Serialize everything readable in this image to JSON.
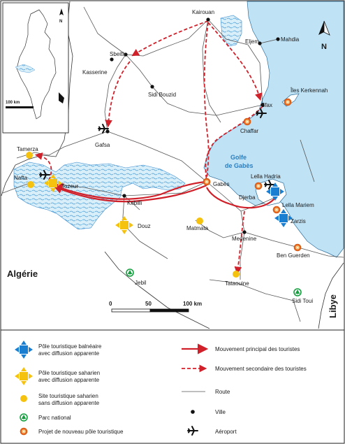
{
  "colors": {
    "sea": "#bfe2f5",
    "salt_lake": "#d8eef9",
    "salt_lake_hatch": "#4a9ed6",
    "main_flow": "#d0202a",
    "secondary_flow": "#d0202a",
    "coastal_pole": "#1b7fd1",
    "saharan_pole": "#f5c20f",
    "saharan_site": "#f5c20f",
    "national_park": "#17a040",
    "new_pole": "#e8661a",
    "road": "#555555"
  },
  "inset": {
    "scale_label": "100 km",
    "north_label": "N"
  },
  "north_arrow_label": "N",
  "scale_bar": {
    "ticks": [
      "0",
      "50",
      "100 km"
    ]
  },
  "countries": {
    "algeria": "Algérie",
    "libya": "Libye"
  },
  "sea_labels": {
    "line1": "Golfe",
    "line2": "de Gabès"
  },
  "places": {
    "kairouan": "Kairouan",
    "mahdia": "Mahdia",
    "eljem": "Eljem",
    "sbeitla": "Sbeitla",
    "kasserine": "Kasserine",
    "sidi_bouzid": "Sidi Bouzid",
    "kerkennah": "Îles Kerkennah",
    "sfax": "Sfax",
    "chaffar": "Chaffar",
    "gafsa": "Gafsa",
    "tamerza": "Tamerza",
    "nafta": "Nafta",
    "tozeur": "Tozeur",
    "kebilli": "Kebilli",
    "douz": "Douz",
    "gabes": "Gabès",
    "matmata": "Matmata",
    "lella_hadria": "Lella Hadria",
    "djerba": "Djerba",
    "lella_mariem": "Lella Mariem",
    "zarzis": "Zarzis",
    "medenine": "Medenine",
    "ben_guerden": "Ben Guerden",
    "jebil": "Jebil",
    "tataouine": "Tataouine",
    "sidi_toui": "Sidi Toui"
  },
  "legend": {
    "coastal_pole": [
      "Pôle touristique balnéaire",
      "avec diffusion apparente"
    ],
    "saharan_pole": [
      "Pôle touristique saharien",
      "avec diffusion apparente"
    ],
    "saharan_site": [
      "Site touristique saharien",
      "sans diffusion apparente"
    ],
    "national_park": "Parc national",
    "new_pole": "Projet de nouveau pôle touristique",
    "main_flow": "Mouvement principal des touristes",
    "secondary_flow": "Mouvement secondaire des touristes",
    "road": "Route",
    "city": "Ville",
    "airport": "Aéroport"
  }
}
